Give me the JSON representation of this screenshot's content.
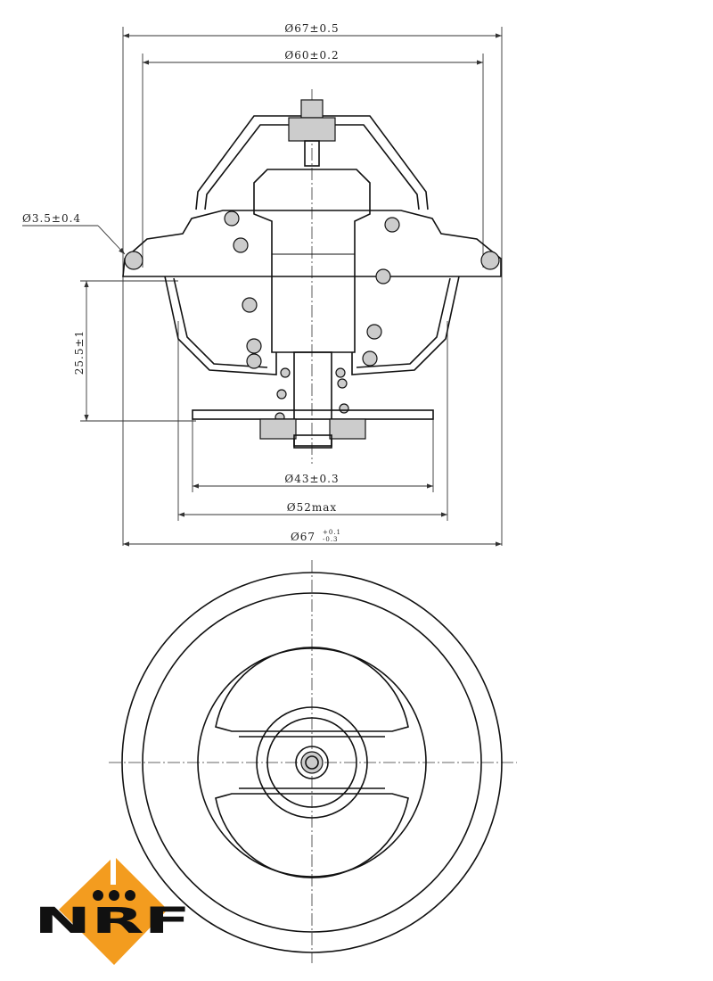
{
  "dimensions": {
    "outer_diameter": "Ø67±0.5",
    "flange_diameter": "Ø60±0.2",
    "seal_diameter": "Ø3.5±0.4",
    "height": "25.5±1",
    "valve_diameter": "Ø43±0.3",
    "max_diameter": "Ø52max",
    "bottom_diameter": "Ø67",
    "bottom_tol_upper": "+0.1",
    "bottom_tol_lower": "-0.3"
  },
  "logo": {
    "text": "NRF",
    "color": "#f39c1f"
  }
}
